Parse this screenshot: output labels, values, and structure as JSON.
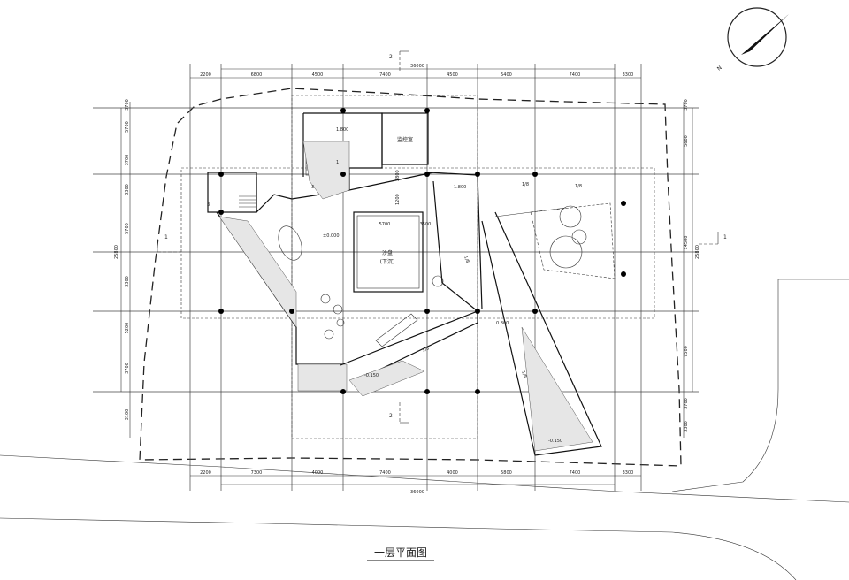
{
  "title": "一层平面图",
  "compass": {
    "north_label": "N"
  },
  "section_marks": {
    "vertical": "2",
    "horizontal": "1"
  },
  "overall_dims": {
    "top": "36000",
    "bottom": "36000",
    "left": "25800",
    "right": "25800"
  },
  "top_dims": [
    "2200",
    "6800",
    "4500",
    "7400",
    "4500",
    "5400",
    "7400",
    "3300"
  ],
  "bottom_dims": [
    "2200",
    "7300",
    "4000",
    "7400",
    "4000",
    "5800",
    "7400",
    "3300"
  ],
  "left_dims": [
    "3700",
    "5700",
    "3700",
    "3300",
    "5700",
    "3300",
    "5200",
    "3700",
    "3100"
  ],
  "right_dims": [
    "3700",
    "5600",
    "14500",
    "7500",
    "3700",
    "3300"
  ],
  "rooms": {
    "control": "监控室",
    "sandbox": "沙盘",
    "sandbox_note": "(下沉)"
  },
  "elevations": [
    "1.800",
    "1.800",
    "±0.000",
    "0.800",
    "-0.150",
    "-0.150"
  ],
  "inner_dims": [
    "5700",
    "3500",
    "1200",
    "2800"
  ],
  "ramp_labels": [
    "1/8",
    "1/8",
    "1/8",
    "1/8",
    "1/8"
  ],
  "misc_labels": [
    "3",
    "3",
    "1"
  ]
}
